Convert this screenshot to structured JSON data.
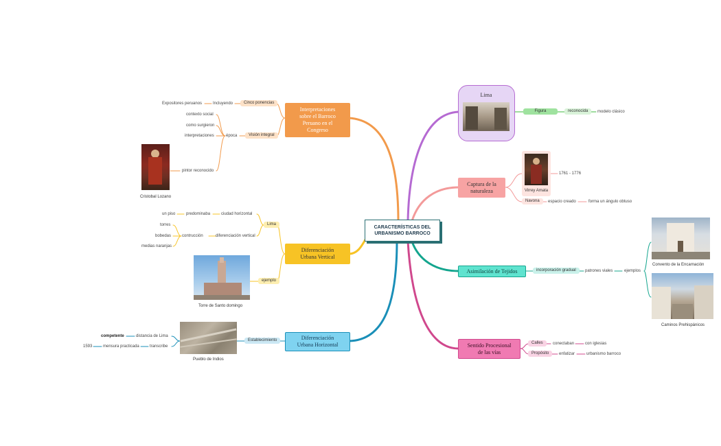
{
  "center": {
    "title_l1": "CARACTERÍSTICAS DEL",
    "title_l2": "URBANISMO BARROCO"
  },
  "colors": {
    "orange": "#f29a4b",
    "yellow": "#f7c325",
    "blue": "#1a8fb8",
    "purple": "#b56ad2",
    "pink": "#f39a9a",
    "teal": "#14a58e",
    "magenta": "#d0488d",
    "green": "#3db83d"
  },
  "interp": {
    "title": [
      "Interpretaciones",
      "sobre el Barroco",
      "Peruano en el",
      "Congreso"
    ],
    "cinco": "Cinco ponencias",
    "incluyendo": "Incluyendo",
    "expositores": "Expositores peruanos",
    "vision": "Visión integral",
    "epoca": "época",
    "contexto": "contexto social",
    "como": "como surgieron",
    "interpretaciones": "interpretaciones",
    "pintor": "pintor reconocido",
    "caption": "Cristobal Lozano"
  },
  "vertical": {
    "title": [
      "Diferenciación",
      "Urbana Vertical"
    ],
    "lima": "Lima",
    "ciudad": "ciudad horizontal",
    "predominaba": "predominaba",
    "un_piso": "un piso",
    "diferenciacion": "diferenciación vertical",
    "contruccion": "contrucción",
    "torres": "torres",
    "bobedas": "bobedas",
    "medias": "medias naranjas",
    "ejemplo": "ejemplo",
    "caption": "Torre de Santo domingo"
  },
  "horizontal": {
    "title": [
      "Diferenciación",
      "Urbana Horizontal"
    ],
    "establecimiento": "Establecimiento",
    "caption": "Pueblo de Indios",
    "distancia": "distancia de Lima",
    "competente": "competente",
    "transcribe": "transcribe",
    "mensura": "mensura practicada",
    "year": "1593"
  },
  "lima": {
    "title": "Lima",
    "figura": "Figura",
    "reconocida": "reconocida",
    "modelo": "modelo clásico"
  },
  "captura": {
    "title": [
      "Captura de la",
      "naturaleza"
    ],
    "virrey": "Virrey Amata",
    "years": "1761 - 1776",
    "navona": "Navona",
    "espacio": "espacio creado",
    "forma": "forma un ángulo obtuso"
  },
  "asimilacion": {
    "title": "Asimilación de Tejidos",
    "incorporacion": "incorporación gradual",
    "patrones": "patrones viales",
    "ejemplos": "ejemplos",
    "caption1": "Convento de la Encarnación",
    "caption2": "Caminos Prehispánicos"
  },
  "sentido": {
    "title": [
      "Sentido Procesional",
      "de las vías"
    ],
    "calles": "Calles",
    "conectaban": "conectaban",
    "iglesias": "con iglesias",
    "proposito": "Propósito",
    "enfatizar": "enfatizar",
    "urbanismo": "urbanismo barroco"
  }
}
